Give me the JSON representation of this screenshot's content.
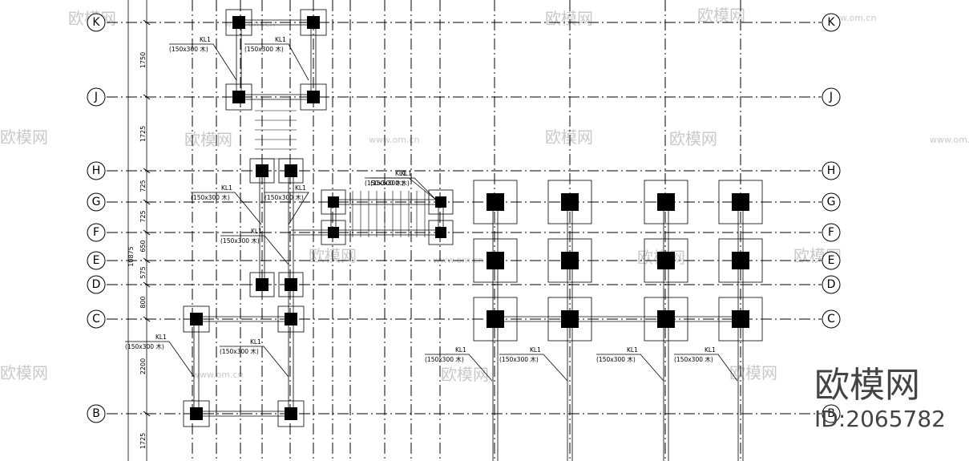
{
  "grid_rows": [
    {
      "id": "K"
    },
    {
      "id": "J"
    },
    {
      "id": "H"
    },
    {
      "id": "G"
    },
    {
      "id": "F"
    },
    {
      "id": "E"
    },
    {
      "id": "D"
    },
    {
      "id": "C"
    },
    {
      "id": "B"
    }
  ],
  "dimensions": [
    "1750",
    "1725",
    "725",
    "725",
    "650",
    "575",
    "800",
    "2200",
    "1725"
  ],
  "overall_dimension": "10875",
  "beam_labels": [
    {
      "name": "KL1",
      "size": "(150x300 木)"
    },
    {
      "name": "KL1",
      "size": "(150x300 木)"
    },
    {
      "name": "KL1",
      "size": "(150x300 木)"
    },
    {
      "name": "KL1",
      "size": "(150x300 木)"
    },
    {
      "name": "KL1",
      "size": "(150x300 木)"
    },
    {
      "name": "KL1",
      "size": "(150x300 木)"
    },
    {
      "name": "KL1",
      "size": "(150x300 木)"
    },
    {
      "name": "KL1",
      "size": "(150x300 木)"
    },
    {
      "name": "KL1",
      "size": "(150x300 木)"
    },
    {
      "name": "KL1",
      "size": "(150x300 木)"
    },
    {
      "name": "KL1",
      "size": "(150x300 木)"
    },
    {
      "name": "KL1",
      "size": "(150x300 木)"
    },
    {
      "name": "KL1",
      "size": "(150x300 木)"
    }
  ],
  "watermark": {
    "brand": "欧模网",
    "url": "www.om.cn",
    "id_text": "ID:2065782"
  },
  "colors": {
    "ink": "#000000",
    "watermark": "#c9c9c9"
  }
}
